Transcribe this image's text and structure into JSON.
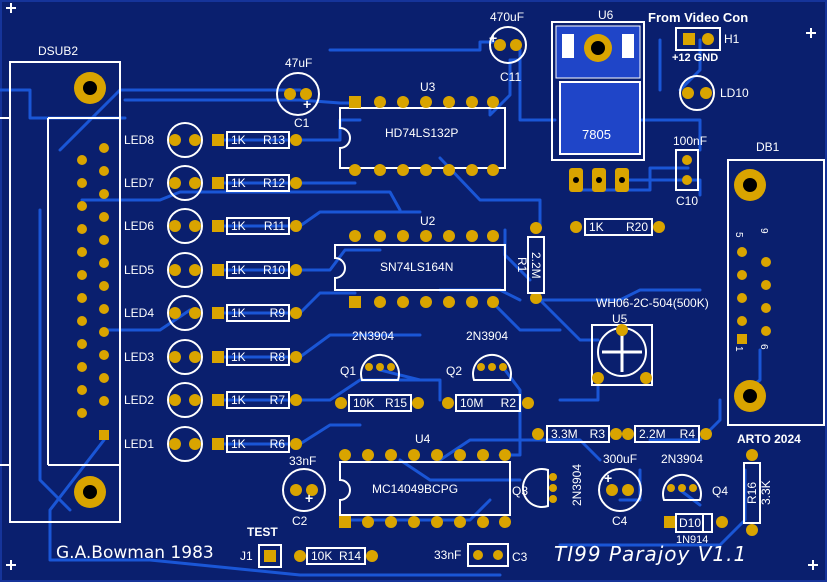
{
  "board": {
    "title": "TI99 Parajoy V1.1",
    "author": "G.A.Bowman 1983",
    "credit": "ARTO 2024",
    "colors": {
      "substrate": "#0a1f6e",
      "trace": "#1a56d6",
      "pad": "#d9a400",
      "silk": "#ffffff"
    }
  },
  "connectors": {
    "dsub2": "DSUB2",
    "db1": "DB1",
    "db1_pins": [
      "5",
      "9",
      "1",
      "6"
    ],
    "h1": "H1",
    "h1_title": "From Video Con",
    "h1_pins": "+12 GND",
    "j1": "J1",
    "j1_title": "TEST"
  },
  "leds": [
    "LED8",
    "LED7",
    "LED6",
    "LED5",
    "LED4",
    "LED3",
    "LED2",
    "LED1",
    "LD10"
  ],
  "resistors": {
    "r13": {
      "value": "1K",
      "ref": "R13"
    },
    "r12": {
      "value": "1K",
      "ref": "R12"
    },
    "r11": {
      "value": "1K",
      "ref": "R11"
    },
    "r10": {
      "value": "1K",
      "ref": "R10"
    },
    "r9": {
      "value": "1K",
      "ref": "R9"
    },
    "r8": {
      "value": "1K",
      "ref": "R8"
    },
    "r7": {
      "value": "1K",
      "ref": "R7"
    },
    "r6": {
      "value": "1K",
      "ref": "R6"
    },
    "r20": {
      "value": "1K",
      "ref": "R20"
    },
    "r1": {
      "value": "2.2M",
      "ref": "R1"
    },
    "r15": {
      "value": "10K",
      "ref": "R15"
    },
    "r2": {
      "value": "10M",
      "ref": "R2"
    },
    "r3": {
      "value": "3.3M",
      "ref": "R3"
    },
    "r4": {
      "value": "2.2M",
      "ref": "R4"
    },
    "r16": {
      "value": "3.3K",
      "ref": "R16"
    },
    "r14": {
      "value": "10K",
      "ref": "R14"
    }
  },
  "chips": {
    "u3": {
      "ref": "U3",
      "part": "HD74LS132P"
    },
    "u2": {
      "ref": "U2",
      "part": "SN74LS164N"
    },
    "u4": {
      "ref": "U4",
      "part": "MC14049BCPG"
    },
    "u6": {
      "ref": "U6",
      "part": "7805"
    },
    "u5": {
      "ref": "U5",
      "part": "WH06-2C-504(500K)"
    }
  },
  "capacitors": {
    "c1": {
      "ref": "C1",
      "value": "47uF"
    },
    "c11": {
      "ref": "C11",
      "value": "470uF"
    },
    "c10": {
      "ref": "C10",
      "value": "100nF"
    },
    "c2": {
      "ref": "C2",
      "value": "33nF"
    },
    "c4": {
      "ref": "C4",
      "value": "300uF"
    },
    "c3": {
      "ref": "C3",
      "value": "33nF"
    }
  },
  "transistors": {
    "q1": {
      "ref": "Q1",
      "part": "2N3904"
    },
    "q2": {
      "ref": "Q2",
      "part": "2N3904"
    },
    "q3": {
      "ref": "Q3",
      "part": "2N3904"
    },
    "q4": {
      "ref": "Q4",
      "part": "2N3904"
    }
  },
  "diodes": {
    "d10": {
      "ref": "D10",
      "part": "1N914"
    }
  },
  "polarity": {
    "plus": "+"
  }
}
